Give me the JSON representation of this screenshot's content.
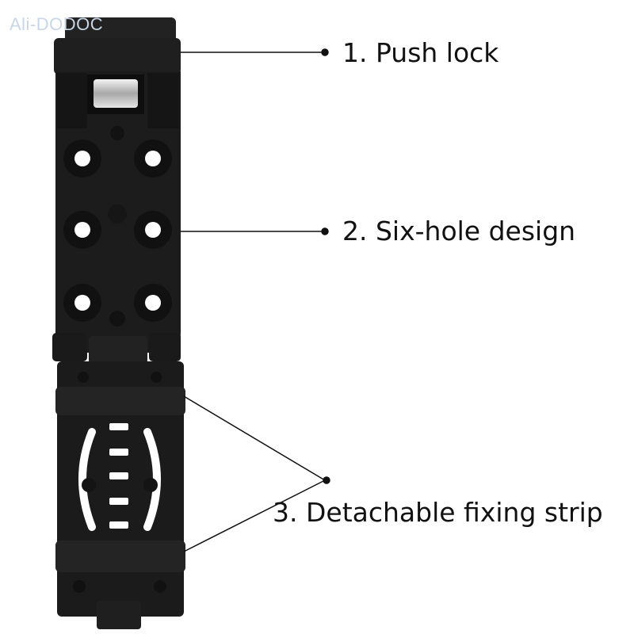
{
  "watermark": "Ali-DODOC",
  "callouts": {
    "push_lock": "1. Push lock",
    "six_hole": "2. Six-hole design",
    "fixing_strip": "3. Detachable fixing strip"
  },
  "colors": {
    "background": "#ffffff",
    "part": "#1c1c1c",
    "part_edge": "#0d0d0d",
    "metal": "#cfcfcf",
    "leader": "#111111"
  }
}
